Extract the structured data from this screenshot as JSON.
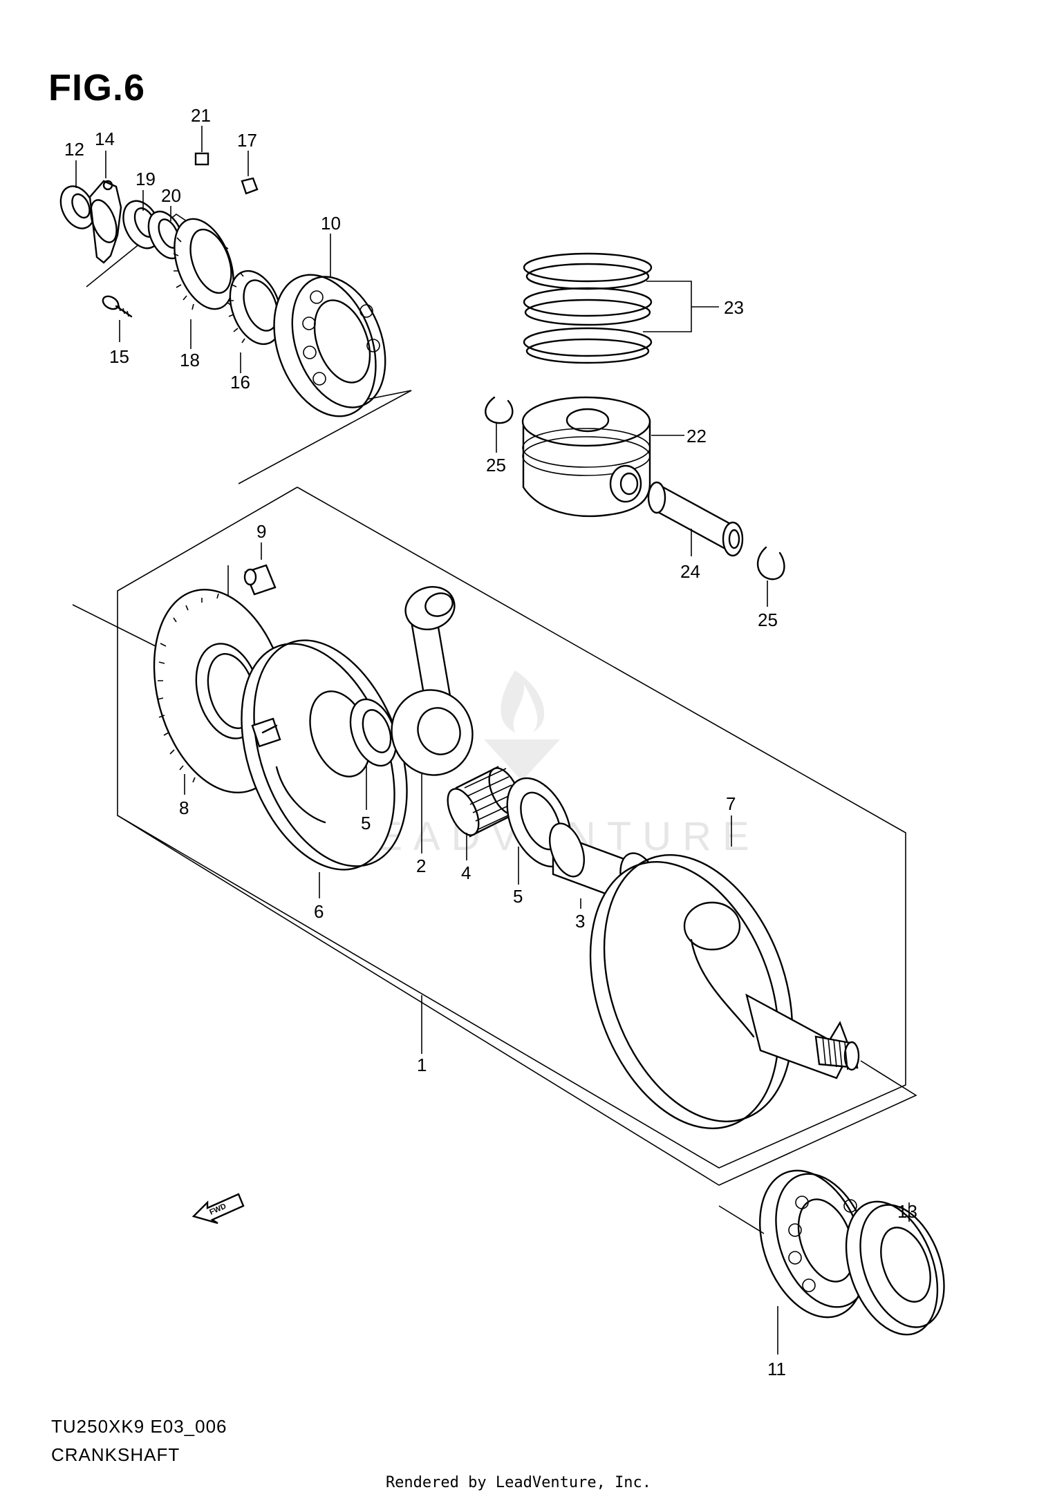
{
  "figure": {
    "title": "FIG.6"
  },
  "labels": [
    {
      "id": "12",
      "text": "12"
    },
    {
      "id": "14",
      "text": "14"
    },
    {
      "id": "19",
      "text": "19"
    },
    {
      "id": "20",
      "text": "20"
    },
    {
      "id": "21",
      "text": "21"
    },
    {
      "id": "17",
      "text": "17"
    },
    {
      "id": "10",
      "text": "10"
    },
    {
      "id": "15",
      "text": "15"
    },
    {
      "id": "18",
      "text": "18"
    },
    {
      "id": "16",
      "text": "16"
    },
    {
      "id": "23",
      "text": "23"
    },
    {
      "id": "22",
      "text": "22"
    },
    {
      "id": "25a",
      "text": "25"
    },
    {
      "id": "24",
      "text": "24"
    },
    {
      "id": "25b",
      "text": "25"
    },
    {
      "id": "9",
      "text": "9"
    },
    {
      "id": "8",
      "text": "8"
    },
    {
      "id": "5a",
      "text": "5"
    },
    {
      "id": "2",
      "text": "2"
    },
    {
      "id": "4",
      "text": "4"
    },
    {
      "id": "6",
      "text": "6"
    },
    {
      "id": "5b",
      "text": "5"
    },
    {
      "id": "3",
      "text": "3"
    },
    {
      "id": "7",
      "text": "7"
    },
    {
      "id": "1",
      "text": "1"
    },
    {
      "id": "13",
      "text": "13"
    },
    {
      "id": "11",
      "text": "11"
    }
  ],
  "footer": {
    "model_code": "TU250XK9 E03_006",
    "section": "CRANKSHAFT"
  },
  "fwd_badge": "FWD",
  "watermark": "LEADVENTURE",
  "credit": "Rendered by LeadVenture, Inc."
}
